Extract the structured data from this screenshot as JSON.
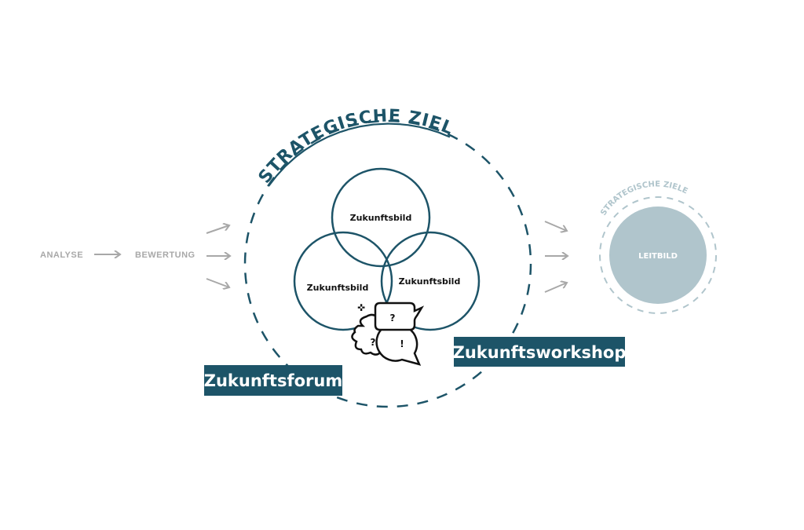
{
  "flow": {
    "analyse": "ANALYSE",
    "bewertung": "BEWERTUNG"
  },
  "main_circle": {
    "title": "STRATEGISCHE ZIELE"
  },
  "venn": {
    "top": "Zukunftsbild",
    "left": "Zukunftsbild",
    "right": "Zukunftsbild"
  },
  "bubbles": {
    "q1": "?",
    "q2": "?",
    "excl": "!",
    "plus": "✜"
  },
  "labels": {
    "forum": "Zukunftsforum",
    "workshop": "Zukunftsworkshop"
  },
  "result": {
    "ring_title": "STRATEGISCHE ZIELE",
    "center": "LEITBILD"
  },
  "colors": {
    "primary": "#1d5468",
    "gray": "#a8a8a8",
    "light": "#b0c5cc"
  }
}
